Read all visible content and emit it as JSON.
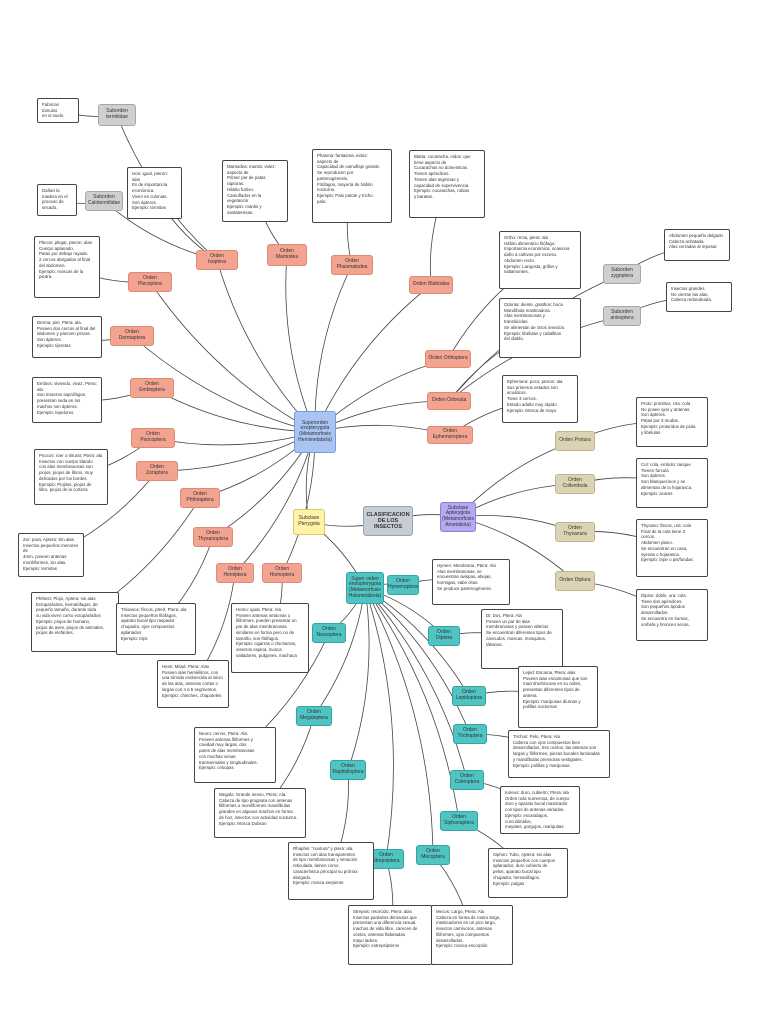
{
  "nodes": {
    "main": "CLASIFICACION\nDE LOS\nINSECTOS",
    "exo": "Superorden\nexopterygota\n(Metamorfosis\nHemimetabola)",
    "ptery": "Subclase\nPterygota",
    "apte": "Subclase\nApterygota\n(Metamorfosis\nAmetabola)",
    "endo": "Super orden\nendopterygota\n(Metamorfosis\nHolometábola)",
    "isoptera": "Orden\nIsoptera",
    "mantodea": "Orden\nMantodea",
    "phasmida": "Orden\nPhasmatodea",
    "blattodea": "Orden Blattodea",
    "plecoptera": "Orden\nPlecoptera",
    "dermaptera": "Orden\nDermaptera",
    "embioptera": "Orden\nEmbioptera",
    "psocoptera": "Orden\nPsocoptera",
    "zoraptera": "Orden\nZoraptera",
    "phthiraptera": "Orden\nPhthiraptera",
    "thysanoptera": "Orden\nThysanoptera",
    "hemiptera": "Orden\nHemiptera",
    "homoptera": "Orden\nHomoptera",
    "orthoptera": "Orden Orthoptera",
    "odonata": "Orden Odonata",
    "ephemeroptera": "Orden\nEphemeroptera",
    "protura": "Orden Protura",
    "collembola": "Orden\nCollembola",
    "thysanura": "Orden\nThysanura",
    "diplura": "Orden Diplura",
    "hymenoptera": "Orden\nHymenoptera",
    "diptera": "Orden\nDiptera",
    "lepidoptera": "Orden\nLepidoptera",
    "trichoptera": "Orden\nTrichoptera",
    "coleoptera": "Orden\nColeoptera",
    "siphonaptera": "Orden\nSiphonaptera",
    "mecoptera": "Orden\nMecoptera",
    "strepsiptera": "Orden\nStrepsiptera",
    "raphidioptera": "Orden\nRaphidioptera",
    "megaloptera": "Orden\nMegaloptera",
    "neuroptera": "Orden\nNeuroptera",
    "termitidae": "Suborden\ntermitidae",
    "calotermitidae": "Suborden\nCalotermitidae",
    "zygoptera": "Suborden\nzygoptera",
    "anisoptera": "Suborden\nanisoptera"
  },
  "notes": {
    "termitidae": "Fabrican túmulos\nen el suelo.",
    "calotermitidae": "Dañan la\nmadera en el\nproceso de\nsecado.",
    "isoptera": "Isos: igual, pteron: alas\nEs de importancia\neconómica.\nViven en colonias.\nSon ápteros.\nEjemplo: termitas",
    "mantodea": "Mantodea: mantis; videz:\naspecto de\nPrimer par de patas raptoras.\nHábito furtivo.\nCamuflados en la vegetación\nEjemplo: mantis y\nsantateresas.",
    "phasmida": "Phasma: fantasma, eidos:\naspecto de\nCapacidad de camuflaje grande.\nSe reproducen por\npartenogénesis.\nFitófagos, mayoría de hábito\nnocturno.\nEjemplo: Palo palote y tricho\npalo.",
    "blattodea": "Blatta: cucaracha, eidos: que\ntiene aspecto de\nCucarachas no domesticas.\nTienen apéndices.\nTienen alas tegminas y\ncapacidad de supervivencia.\nEjemplo: cucarachas, rubias\ny baratas.",
    "plecoptera": "Plecos: plegar, pteron: alas\nCuerpo aplanado.\nPatas por debajo rayada.\n2 cercos alargados al final\ndel abdomen.\nEjemplo: moscas de la\npiedra.",
    "dermaptera": "Derma: piel, Ptera: ala.\nPoseen dos cercos al final del\nabdomen y parecen pinzas.\nSon ápteros.\nEjemplo: tijeretas",
    "embioptera": "Embios: viviendo, vivaz, Ptera: ala\nSon insectos saprófagos,\npresentan seda en los\nmachos son ápteros.\nEjemplo: tejedores",
    "psocoptera": "Psocos: roer o triturar, Ptera: ala\nInsectos con cuerpo blando\ncon alas membranosas son\npiojos, piojos de libros, muy\ndelicados por los bordes\nEjemplo: Piojitos, piojos de\nlibro, piojos de la corteza",
    "zoraptera": "Zor: pura, Aptera: Sin alas\nInsectos pequeños menores de\n4mm, poseen antenas\nmoniliformes, sin alas.\nEjemplo: termitas",
    "phthiraptera": "Phthein: Piojo, Aptera: sin alas\nEctoparásitos, hematófagos, de\npequeño tamaño, durante toda\nsu vida viven como ectoparásitos\nEjemplo: piojos de humano,\npiojos de aves, piojos de animales,\npiojos de elefantes.",
    "thysanoptera": "Thisanos: flecos, ptrerl, Ptera: ala\nInsectos pequeños fitófagos,\naparato bucal tipo raspador\nchupador, ojos compuestos\naplanados\nEjemplo: trips",
    "hemiptera": "Hemi: Mitad, Ptera: Alas\nPoseen alas hemiélitros, con\nuna tórnida endurecida al inicio\nde las alas, antenas cortas o\nlargas con 4 a 5 segmentos.\nEjemplo: chinches, chapoteles",
    "homoptera": "Homo: igual, Ptera: Ala.\nPoseen antenas setáceas o\nfiliformes, pueden presentar un\npar de alas membranosas\nsimilares en forma pero no de\ntamaño, son fitófagos.\nEjemplo: cigarras o chicharras,\ninsectos espina, mosca\nsaltadores, pulgones, machaca",
    "orthoptera": "Ortho: recta, ptera: ala\nHábito alimenticio fitófago.\nImportancia económica, ocasiona\ndaño a cultivos por exceso.\nAbdomen recto.\nEjemplo: Langosta, grillos y\nsaltamontes.",
    "odonata": "Odonta: diente, gnathos: boca\nMandíbula masticadora.\nAlas membranosas y\ntranslúcidas.\nSe alimentan de otros insectos.\nEjemplo: libélulas y caballitos\ndel diablo.",
    "ephemeroptera": "Ephemera: poco, pteron: ala\nSus primeros estados son\nacuáticos.\nTiene 3 cercos.\nEstado adulto muy rápido\nEjemplo: Mosca de mayo",
    "zygoptera": "Abdomen pequeño delgado\nCabeza achatada.\nAlas cerradas al reposar.",
    "anisoptera": "Insectos grandes.\nNo cierran las alas.\nCabeza redondeada.",
    "protura": "Proto: primitivo, Ura: cola\nNo posee ojos y antenas.\nSon ápteros.\nPatas por 3 mudas.\nEjemplo: proturidos de piola\ny libélulas",
    "collembola": "Col: cola, embolo: tanque\nTienen furcula\nSon ápteros.\nSon blanquecinos y se\nalimentan de la hojarasca.\nEjemplo: acares",
    "thysanura": "Thysano: flecos, ura: cola\nFinal de la cola tiene 3\ncercos.\nAbdomen plano.\nSe encuentran en casa,\nsyenas o hojarasca.\nEjemplo: tripe o pis/fundas",
    "diplura": "Diplos: doble, ura: cola\nTiene dos apéndices.\nSon pequeños ápodos\ndesarrollados.\nSe encuentra en humus,\nsorbela y bronceo secas.",
    "hymenoptera": "Hymen: Membrana, Ptera: Ala\nAlas membranosas, se\nencuentran avispas, abejas,\nhormigas, sabe citas.\nSe produce partenogénesis.",
    "diptera": "Di: Dos, Ptera: Ala\nPoseen un par de alas\nmembranosas y poseen alterios\nSe encuentran diferentes tipos de\nzancudos, moscas, mosquitos,\ntábanos.",
    "lepidoptera": "Lepid: Escama, Ptera: alas\nPoseen alas escamosas que son\nmacroherbívoras en su orden,\npresentan diferentes tipos de\nantena.\nEjemplo: mariposas diurnas y\npolillas nocturnas",
    "trichoptera": "Trichos: Pelo, Ptera: Ala\nCabeza con ojos compuestos bien\ndesarrollados, tres ocelos, las antenas son\nlargas y filiformes, piezas bucales laminadas\ny mandíbulas prensoras vestigiales.\nEjemplo: polillas y mariposas.",
    "coleoptera": "Koleos: duro, cubierto; Ptera: ala\nOrden más numerosa, de cuerpo\nduro y aparato bucal masticador\ncon tipos de antenas variados.\nEjemplo: escarabajos, curculiónidos,\nmayates, gorgojos, mariquitas",
    "siphonaptera": "Siphon: Tubo, Aptera: sin alas\nInsectos pequeños con cuerpos\naplanados, duro cubierto de\npelos, aparato bucal tipo\nchupador, hematófagos.\nEjemplo: pulgas",
    "mecoptera": "Mecos: Largo, Ptera: Ala\nCabeza en forma de rostro largo,\nmasticadores en un pico largo,\ninsectos carnívoros, antenas\nfiliformes, ojos compuestos\ndesarrollados.\nEjemplo: mosca escorpión",
    "strepsiptera": "Strepsis: retorcido, Ptera: alas\nInsectos parásitos diminutos que\npresentan una diferencia sexual,\nmachos de vida libre, carecen de\nocelos, antenas flabeladas,\nmayo ladres.\nEjemplo: estrepsípteros",
    "raphidioptera": "Rhaphis: \"noxtura\" y ptera: ala.\nInsectos con alas transparentes\nde tipo membranosas y venación\nreticulada, tienen como\ncaracterística principal su prórrax\nalargado.\nEjemplo: mosca serpiente",
    "megaloptera": "Megalo: Grande nervio, Ptera: Ala.\nCabeza de tipo prognata con antenas\nfiliformes o moniliformes mandíbulas\ngrandes en algunos machos en forma\nde hoz, insectos con actividad nocturna.\nEjemplo: Mosca Dobson",
    "neuroptera": "Neuro: nervio, Ptera: Ala.\nPoseen antenas filiformes y\ncavidad muy largas, dos\npares de alas membranosas\ncon muchas venas\ntransversales y longitudinales.\nEjemplo: crisopas"
  }
}
